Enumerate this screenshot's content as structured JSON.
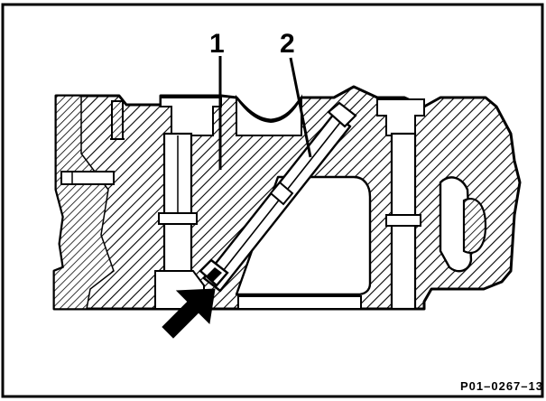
{
  "figure": {
    "callouts": [
      {
        "label": "1"
      },
      {
        "label": "2"
      }
    ],
    "figure_code": "P01–0267–13",
    "colors": {
      "ink": "#000000",
      "paper": "#ffffff"
    }
  }
}
